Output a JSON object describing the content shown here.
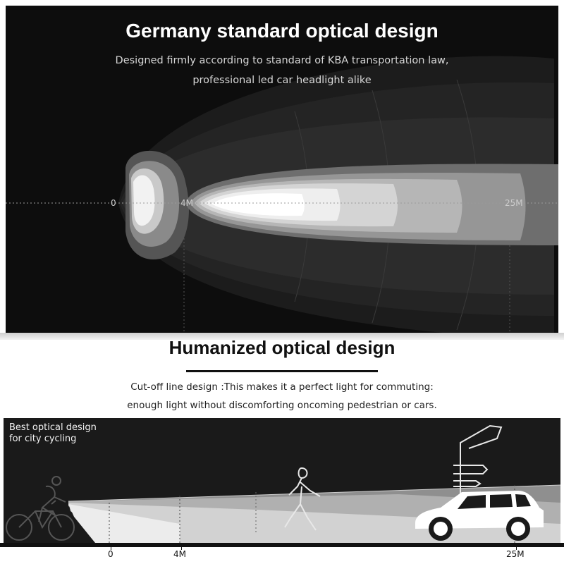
{
  "top": {
    "title": "Germany standard optical design",
    "subtitle_line1": "Designed firmly according to standard of KBA transportation law,",
    "subtitle_line2": "professional led car headlight alike",
    "labels": {
      "zero": "0",
      "four": "4M",
      "twentyfive": "25M"
    }
  },
  "bottom": {
    "title": "Humanized optical design",
    "subtitle_line1": "Cut-off line design :This makes it a perfect light for commuting:",
    "subtitle_line2": "enough light without discomforting oncoming pedestrian or cars.",
    "scene_label_line1": "Best optical design",
    "scene_label_line2": "for city cycling",
    "ruler": {
      "zero": "0",
      "four": "4M",
      "twentyfive": "25M"
    }
  },
  "icons": [
    "bicycle-rider-icon",
    "pedestrian-icon",
    "road-sign-icon",
    "car-icon"
  ],
  "colors": {
    "panel_dark": "#0d0d0d",
    "beam_core": "#ffffff",
    "scene_bg": "#1a1a1a"
  }
}
